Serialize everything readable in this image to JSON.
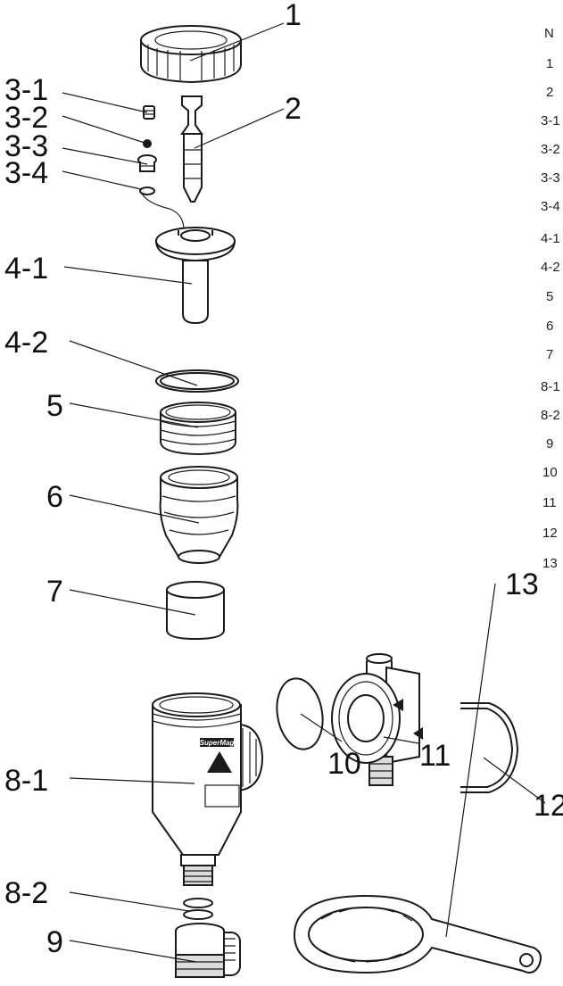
{
  "callouts": {
    "c1": "1",
    "c2": "2",
    "c3_1": "3-1",
    "c3_2": "3-2",
    "c3_3": "3-3",
    "c3_4": "3-4",
    "c4_1": "4-1",
    "c4_2": "4-2",
    "c5": "5",
    "c6": "6",
    "c7": "7",
    "c8_1": "8-1",
    "c8_2": "8-2",
    "c9": "9",
    "c10": "10",
    "c11": "11",
    "c12": "12",
    "c13": "13"
  },
  "parts_table": {
    "header": "N",
    "rows": [
      "1",
      "2",
      "3-1",
      "3-2",
      "3-3",
      "3-4",
      "4-1",
      "4-2",
      "5",
      "6",
      "7",
      "8-1",
      "8-2",
      "9",
      "10",
      "11",
      "12",
      "13"
    ]
  },
  "body_label": "SuperMag"
}
